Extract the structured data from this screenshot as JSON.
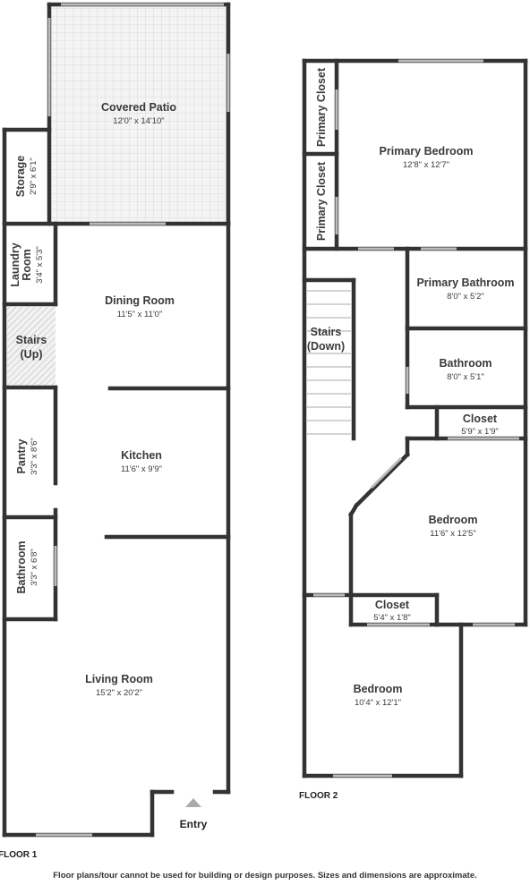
{
  "floors": [
    {
      "label": "FLOOR 1"
    },
    {
      "label": "FLOOR 2"
    }
  ],
  "entry_label": "Entry",
  "disclaimer": "Floor plans/tour cannot be used for building or design purposes. Sizes and dimensions are approximate.",
  "rooms": [
    {
      "id": "covered-patio",
      "name": "Covered Patio",
      "dims": "12'0\" x 14'10\""
    },
    {
      "id": "storage",
      "name": "Storage",
      "dims": "2'9\" x 6'1\""
    },
    {
      "id": "laundry-room",
      "name": "Laundry Room",
      "dims": "3'4\" x 5'3\""
    },
    {
      "id": "dining-room",
      "name": "Dining Room",
      "dims": "11'5\" x 11'0\""
    },
    {
      "id": "stairs-up",
      "name": "Stairs (Up)",
      "dims": ""
    },
    {
      "id": "kitchen",
      "name": "Kitchen",
      "dims": "11'6\" x 9'9\""
    },
    {
      "id": "pantry",
      "name": "Pantry",
      "dims": "3'3\" x 8'6\""
    },
    {
      "id": "bathroom-f1",
      "name": "Bathroom",
      "dims": "3'3\" x 6'8\""
    },
    {
      "id": "living-room",
      "name": "Living Room",
      "dims": "15'2\" x 20'2\""
    },
    {
      "id": "primary-closet-1",
      "name": "Primary Closet",
      "dims": ""
    },
    {
      "id": "primary-closet-2",
      "name": "Primary Closet",
      "dims": ""
    },
    {
      "id": "primary-bedroom",
      "name": "Primary Bedroom",
      "dims": "12'8\" x 12'7\""
    },
    {
      "id": "stairs-down",
      "name": "Stairs (Down)",
      "dims": ""
    },
    {
      "id": "primary-bathroom",
      "name": "Primary Bathroom",
      "dims": "8'0\" x 5'2\""
    },
    {
      "id": "bathroom-f2",
      "name": "Bathroom",
      "dims": "8'0\" x 5'1\""
    },
    {
      "id": "closet-a",
      "name": "Closet",
      "dims": "5'9\" x 1'9\""
    },
    {
      "id": "bedroom-a",
      "name": "Bedroom",
      "dims": "11'6\" x 12'5\""
    },
    {
      "id": "closet-b",
      "name": "Closet",
      "dims": "5'4\" x 1'8\""
    },
    {
      "id": "bedroom-b",
      "name": "Bedroom",
      "dims": "10'4\" x 12'1\""
    }
  ]
}
